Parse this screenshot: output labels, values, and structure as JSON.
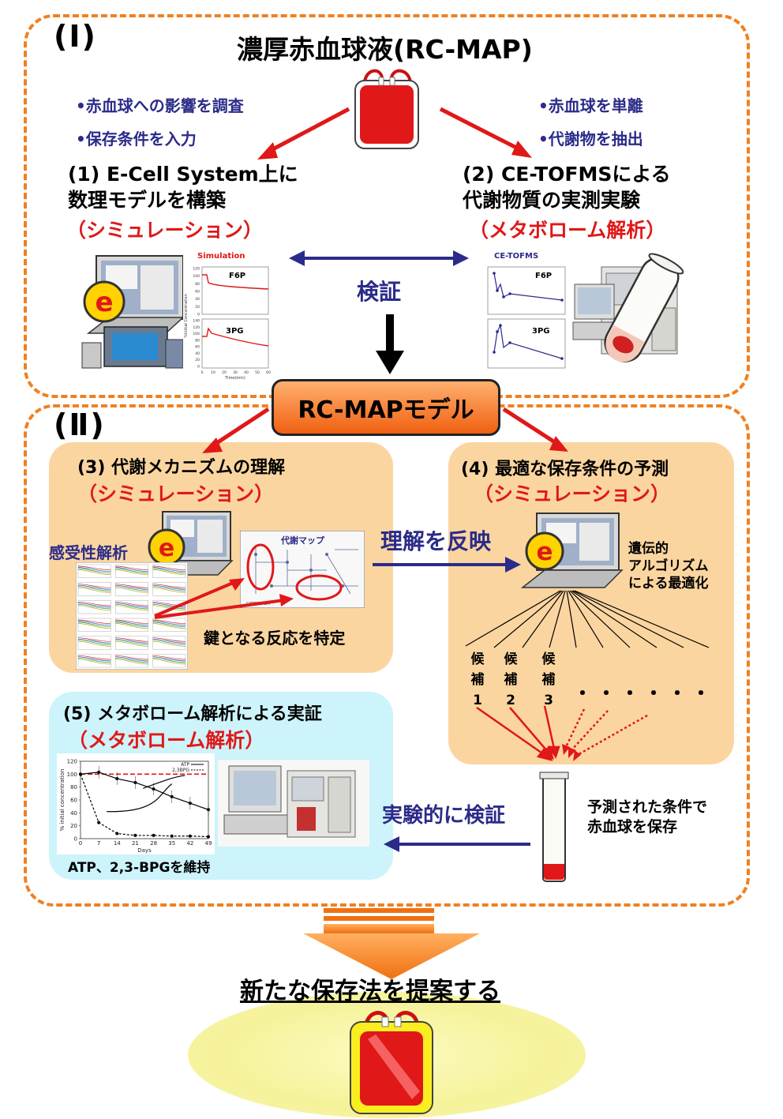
{
  "section1": {
    "label": "(Ⅰ)",
    "title": "濃厚赤血球液(RC-MAP)",
    "left_bullets": [
      "•赤血球への影響を調査",
      "•保存条件を入力"
    ],
    "right_bullets": [
      "•赤血球を単離",
      "•代謝物を抽出"
    ],
    "left_title": [
      "(1) E-Cell System上に",
      "数理モデルを構築"
    ],
    "left_subtitle": "（シミュレーション）",
    "right_title": [
      "(2) CE-TOFMSによる",
      "代謝物質の実測実験"
    ],
    "right_subtitle": "（メタボローム解析）",
    "verify": "検証",
    "sim_chart": {
      "title": "Simulation",
      "ylabel": "%Initial Concentration",
      "xlabel": "Time(min)",
      "panels": [
        "F6P",
        "3PG"
      ],
      "top_yticks": [
        "120",
        "100",
        "80",
        "60",
        "40",
        "20",
        "0"
      ],
      "bottom_yticks": [
        "140",
        "120",
        "100",
        "80",
        "60",
        "40",
        "20",
        "0"
      ],
      "xticks": [
        "0",
        "10",
        "20",
        "30",
        "40",
        "50",
        "60"
      ]
    },
    "ce_chart": {
      "title": "CE-TOFMS",
      "panels": [
        "F6P",
        "3PG"
      ]
    }
  },
  "center_box": "RC-MAPモデル",
  "section2": {
    "label": "(Ⅱ)",
    "box3": {
      "title": "(3) 代謝メカニズムの理解",
      "subtitle": "（シミュレーション）",
      "sensitivity": "感受性解析",
      "map_title": "代謝マップ",
      "map_label": "CYTOPLASM",
      "key_reaction": "鍵となる反応を特定"
    },
    "reflect": "理解を反映",
    "box4": {
      "title": "(4) 最適な保存条件の予測",
      "subtitle": "（シミュレーション）",
      "ga": [
        "遺伝的",
        "アルゴリズム",
        "による最適化"
      ],
      "candidates": [
        {
          "chars": [
            "候",
            "補"
          ],
          "num": "1"
        },
        {
          "chars": [
            "候",
            "補"
          ],
          "num": "2"
        },
        {
          "chars": [
            "候",
            "補"
          ],
          "num": "3"
        }
      ],
      "dots": "・・・・・・"
    },
    "box5": {
      "title": "(5) メタボローム解析による実証",
      "subtitle": "（メタボローム解析）",
      "caption": "ATP、2,3-BPGを維持"
    },
    "exp_verify": "実験的に検証",
    "predicted": [
      "予測された条件で",
      "赤血球を保存"
    ]
  },
  "final_text": "新たな保存法を提案する",
  "chart_data": {
    "type": "line",
    "xlabel": "Days",
    "ylabel": "% initial concentration",
    "x": [
      0,
      7,
      14,
      21,
      28,
      35,
      42,
      49
    ],
    "ylim": [
      0,
      120
    ],
    "yticks": [
      0,
      20,
      40,
      60,
      80,
      100,
      120
    ],
    "legend_placement": "top-right",
    "series": [
      {
        "name": "ATP",
        "style": "solid",
        "values": [
          100,
          103,
          93,
          87,
          77,
          65,
          55,
          45
        ]
      },
      {
        "name": "2,3BPG",
        "style": "dashed",
        "values": [
          100,
          25,
          8,
          5,
          5,
          4,
          4,
          3
        ]
      }
    ],
    "reference_line": 100,
    "colors": {
      "reference": "#e01818",
      "series": "#000000"
    }
  },
  "colors": {
    "frame": "#f08020",
    "box_orange": "#fbd5a0",
    "box_cyan": "#cdf3fb",
    "red_arrow": "#e01818",
    "blue_arrow": "#2b2b8a",
    "title_red": "#e01818",
    "blood": "#e01818"
  },
  "icons": [
    "blood-bag-icon",
    "computer-icon",
    "e-cell-logo-icon",
    "mass-spectrometer-icon",
    "test-tube-icon"
  ]
}
